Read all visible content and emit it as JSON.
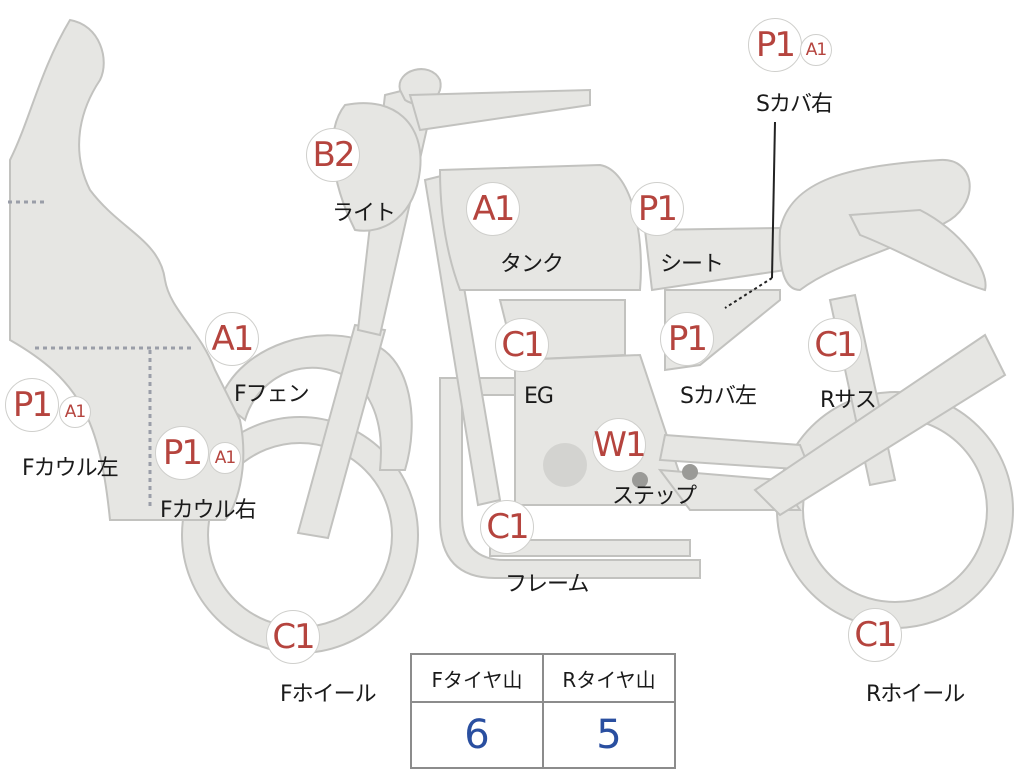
{
  "colors": {
    "part_fill": "#e6e6e3",
    "outline": "#c2c2bf",
    "code_text": "#b5443e",
    "value_text": "#2a4fa0"
  },
  "parts": [
    {
      "id": "s-cover-right",
      "codes": [
        "P1",
        "A1"
      ],
      "label": "Sカバ右"
    },
    {
      "id": "light",
      "codes": [
        "B2"
      ],
      "label": "ライト"
    },
    {
      "id": "tank",
      "codes": [
        "A1"
      ],
      "label": "タンク"
    },
    {
      "id": "seat",
      "codes": [
        "P1"
      ],
      "label": "シート"
    },
    {
      "id": "f-fender",
      "codes": [
        "A1"
      ],
      "label": "Fフェン"
    },
    {
      "id": "engine",
      "codes": [
        "C1"
      ],
      "label": "EG"
    },
    {
      "id": "s-cover-left",
      "codes": [
        "P1"
      ],
      "label": "Sカバ左"
    },
    {
      "id": "r-suspension",
      "codes": [
        "C1"
      ],
      "label": "Rサス"
    },
    {
      "id": "f-cowl-left",
      "codes": [
        "P1",
        "A1"
      ],
      "label": "Fカウル左"
    },
    {
      "id": "f-cowl-right",
      "codes": [
        "P1",
        "A1"
      ],
      "label": "Fカウル右"
    },
    {
      "id": "step",
      "codes": [
        "W1"
      ],
      "label": "ステップ"
    },
    {
      "id": "frame",
      "codes": [
        "C1"
      ],
      "label": "フレーム"
    },
    {
      "id": "f-wheel",
      "codes": [
        "C1"
      ],
      "label": "Fホイール"
    },
    {
      "id": "r-wheel",
      "codes": [
        "C1"
      ],
      "label": "Rホイール"
    }
  ],
  "tire_table": {
    "headers": [
      "Fタイヤ山",
      "Rタイヤ山"
    ],
    "values": [
      "6",
      "5"
    ]
  }
}
